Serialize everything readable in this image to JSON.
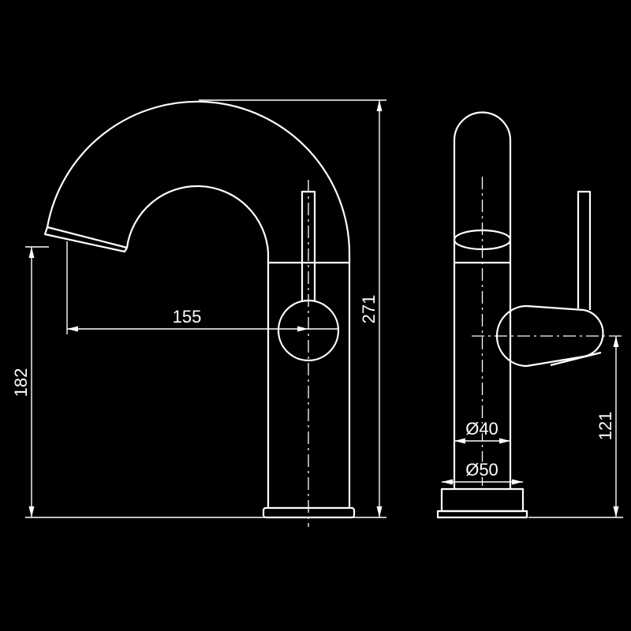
{
  "drawing": {
    "background_color": "#000000",
    "line_color": "#ffffff",
    "labels": {
      "spout_reach": "155",
      "spout_height": "182",
      "overall_height": "271",
      "body_diameter": "Ø40",
      "base_diameter": "Ø50",
      "handle_height": "121"
    }
  }
}
